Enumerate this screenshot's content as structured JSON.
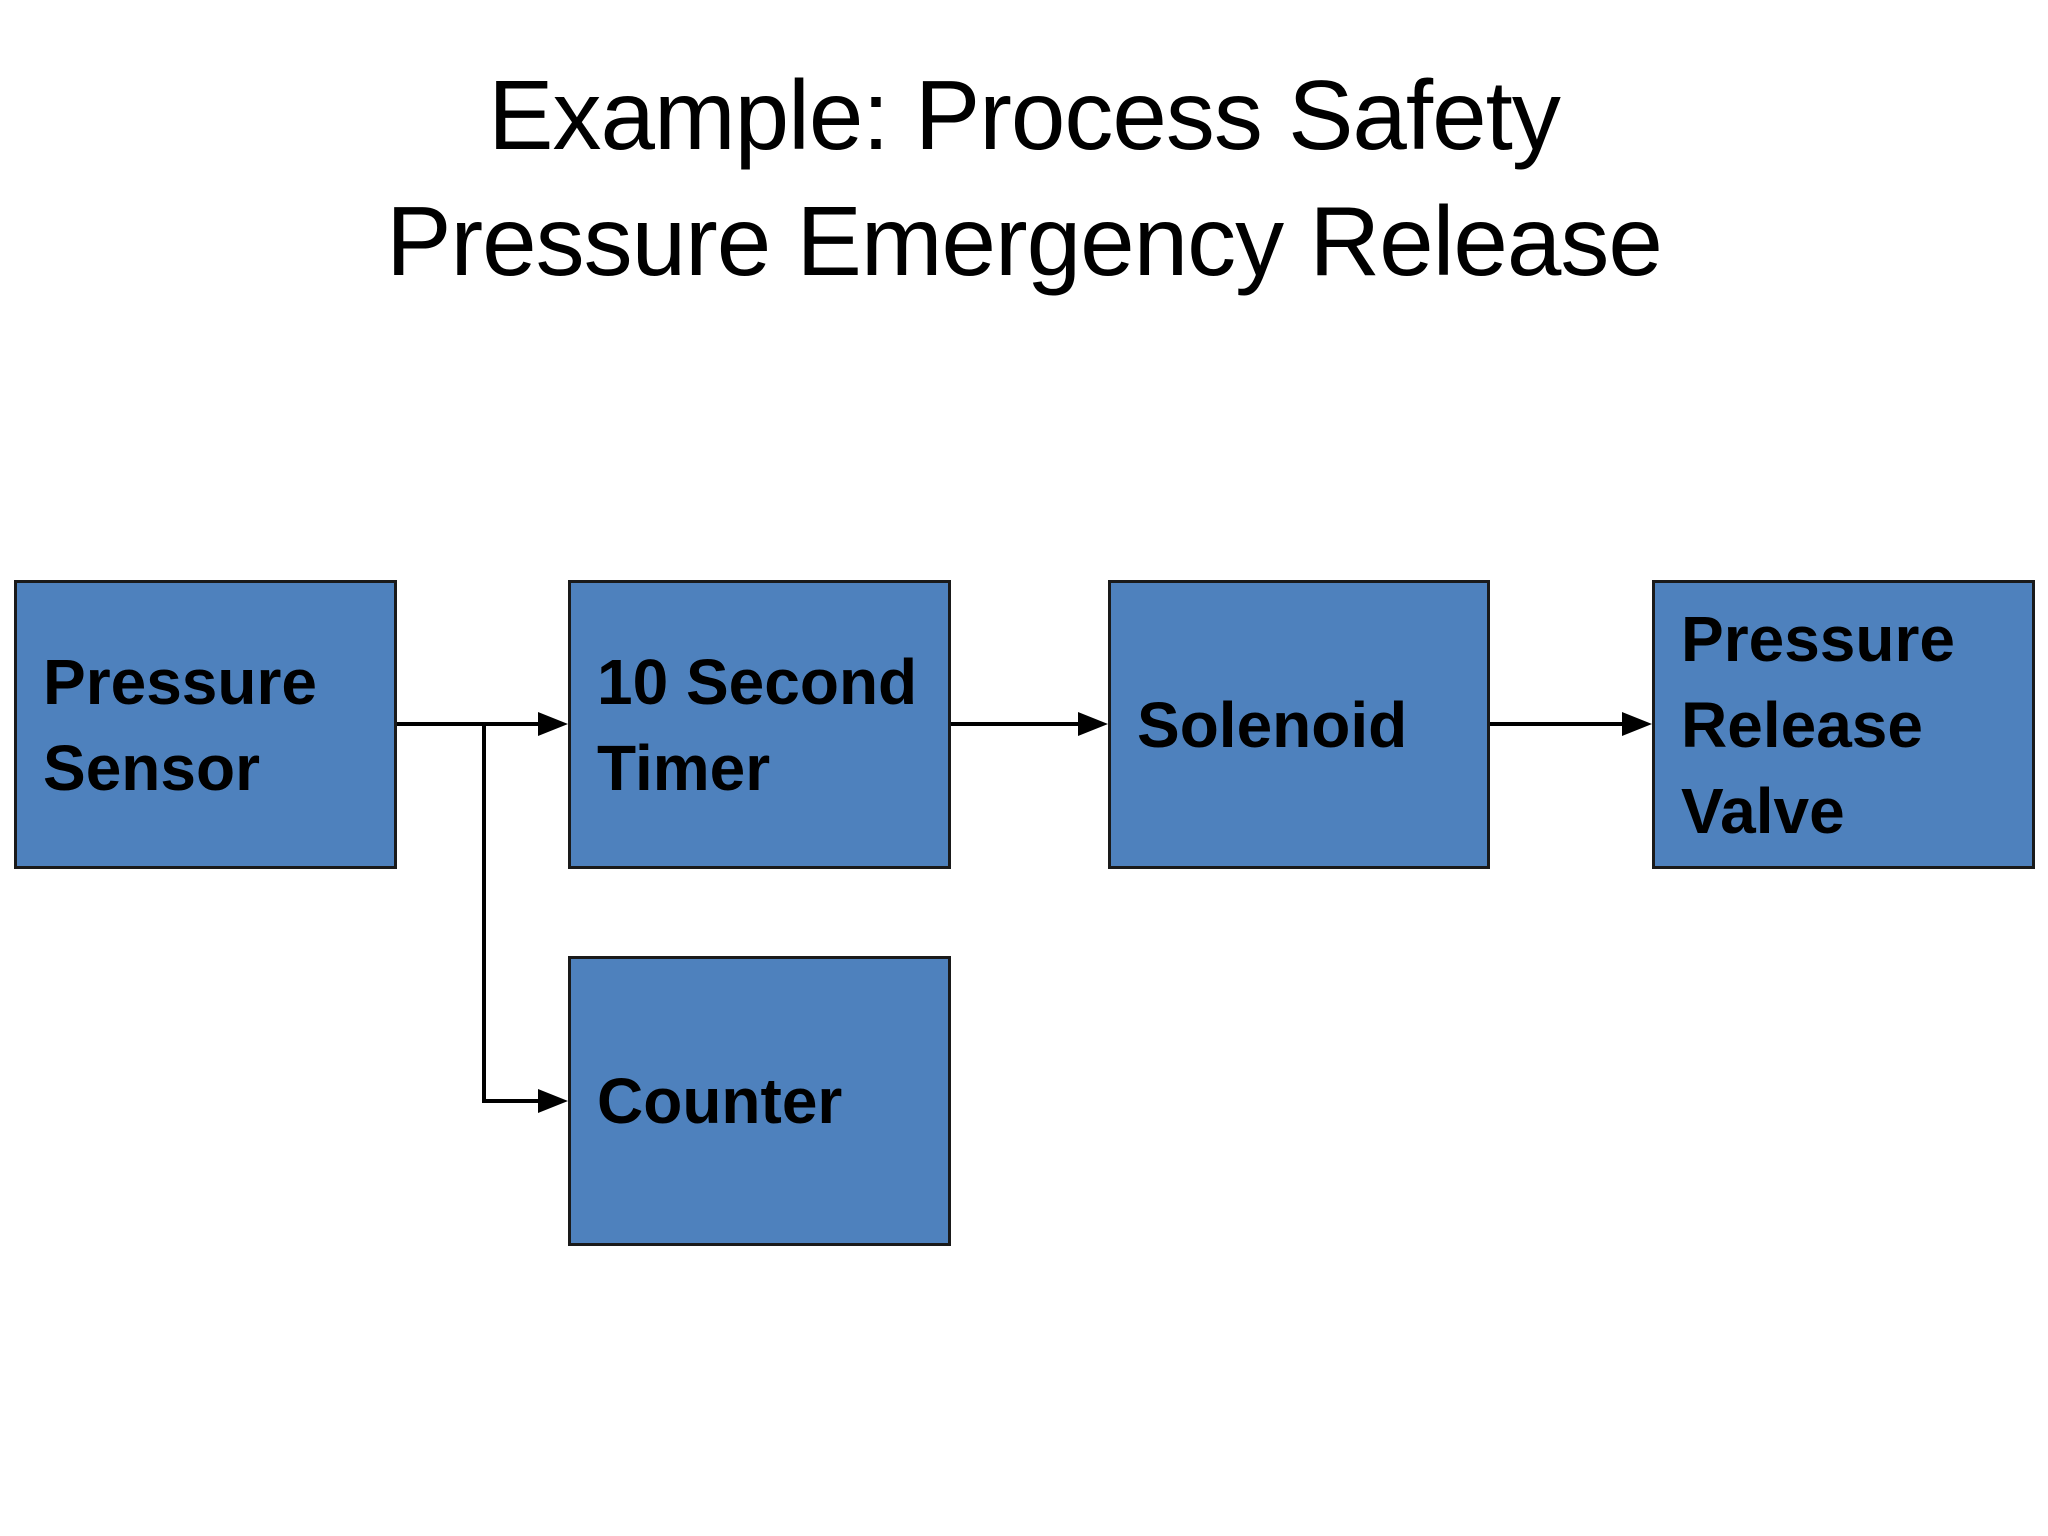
{
  "slide": {
    "title": {
      "line1": "Example: Process Safety",
      "line2": "Pressure Emergency Release"
    },
    "colors": {
      "background": "#ffffff",
      "box_fill": "#4e81bd",
      "box_border": "#1a1a1a",
      "arrow": "#000000",
      "title_text": "#000000",
      "box_text": "#000000"
    },
    "nodes": [
      {
        "id": "pressure-sensor",
        "label": "Pressure Sensor",
        "lines": [
          "Pressure",
          "Sensor"
        ]
      },
      {
        "id": "ten-second-timer",
        "label": "10 Second Timer",
        "lines": [
          "10 Second",
          "Timer"
        ]
      },
      {
        "id": "solenoid",
        "label": "Solenoid",
        "lines": [
          "Solenoid"
        ]
      },
      {
        "id": "pressure-release-valve",
        "label": "Pressure Release Valve",
        "lines": [
          "Pressure",
          "Release",
          "Valve"
        ]
      },
      {
        "id": "counter",
        "label": "Counter",
        "lines": [
          "Counter"
        ]
      }
    ],
    "edges": [
      {
        "from": "pressure-sensor",
        "to": "ten-second-timer"
      },
      {
        "from": "ten-second-timer",
        "to": "solenoid"
      },
      {
        "from": "solenoid",
        "to": "pressure-release-valve"
      },
      {
        "from": "pressure-sensor",
        "to": "counter"
      }
    ]
  }
}
